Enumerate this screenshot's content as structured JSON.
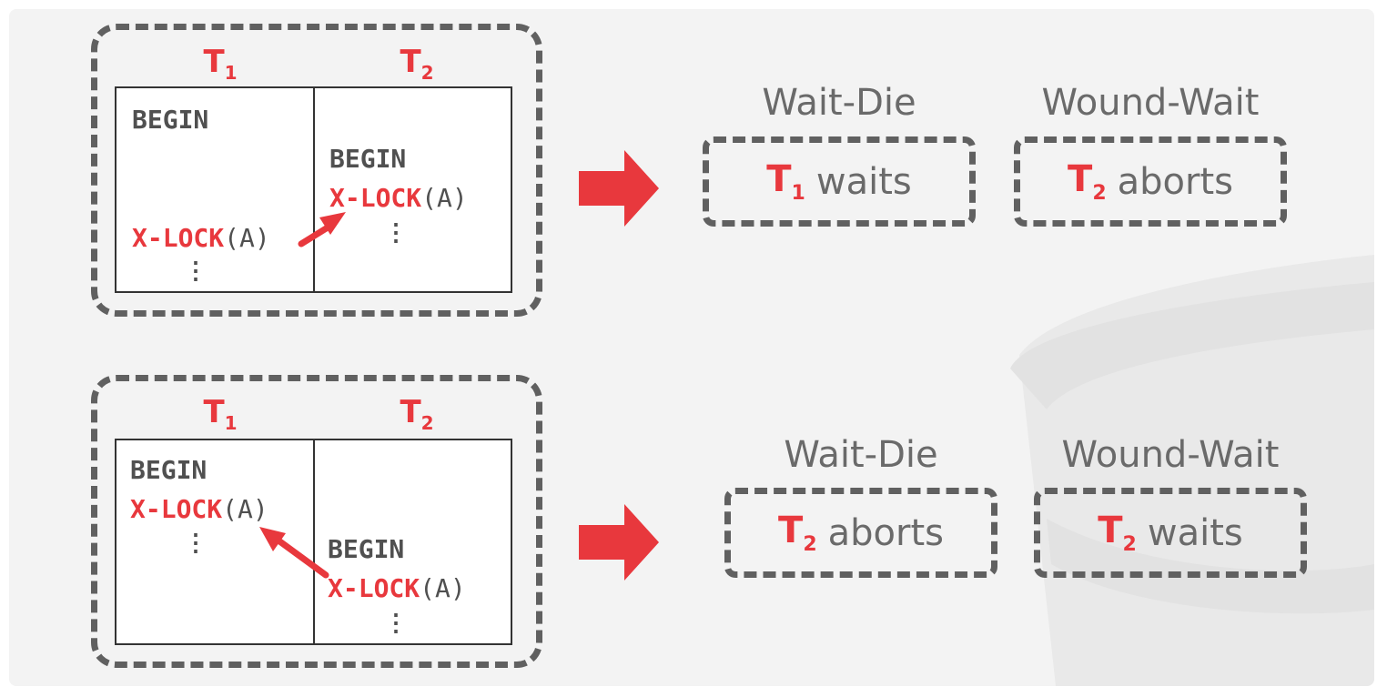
{
  "examples": [
    {
      "txn_left": {
        "name": "T",
        "sub": "1"
      },
      "txn_right": {
        "name": "T",
        "sub": "2"
      },
      "left_ops": {
        "begin": "BEGIN",
        "lock_kw": "X-LOCK",
        "lock_arg": "(A)",
        "dots": "⋮"
      },
      "right_ops": {
        "begin": "BEGIN",
        "lock_kw": "X-LOCK",
        "lock_arg": "(A)",
        "dots": "⋮"
      },
      "results": [
        {
          "scheme": "Wait-Die",
          "txn": "T",
          "sub": "1",
          "action": "waits"
        },
        {
          "scheme": "Wound-Wait",
          "txn": "T",
          "sub": "2",
          "action": "aborts"
        }
      ]
    },
    {
      "txn_left": {
        "name": "T",
        "sub": "1"
      },
      "txn_right": {
        "name": "T",
        "sub": "2"
      },
      "left_ops": {
        "begin": "BEGIN",
        "lock_kw": "X-LOCK",
        "lock_arg": "(A)",
        "dots": "⋮"
      },
      "right_ops": {
        "begin": "BEGIN",
        "lock_kw": "X-LOCK",
        "lock_arg": "(A)",
        "dots": "⋮"
      },
      "results": [
        {
          "scheme": "Wait-Die",
          "txn": "T",
          "sub": "2",
          "action": "aborts"
        },
        {
          "scheme": "Wound-Wait",
          "txn": "T",
          "sub": "2",
          "action": "waits"
        }
      ]
    }
  ],
  "colors": {
    "accent": "#e8383d",
    "text": "#505050",
    "frame": "#606060",
    "background": "#f3f3f3"
  }
}
